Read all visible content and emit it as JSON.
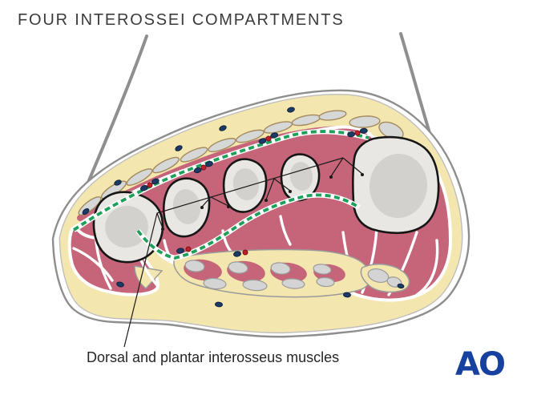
{
  "title": "FOUR INTEROSSEI COMPARTMENTS",
  "caption": "Dorsal and plantar interosseus muscles",
  "logo": {
    "text": "AO"
  },
  "colors": {
    "fat": "#f4e6af",
    "muscle": "#c66579",
    "bone": "#e9e7e3",
    "bone_inner": "#cfcdc9",
    "fascia_green": "#1fa05a",
    "vein": "#1c3a63",
    "artery": "#c01f2b",
    "outline": "#8e8e8e",
    "tendon": "#d6d7d7",
    "tendon_outline": "#a3895d",
    "logo_blue": "#17419e"
  }
}
